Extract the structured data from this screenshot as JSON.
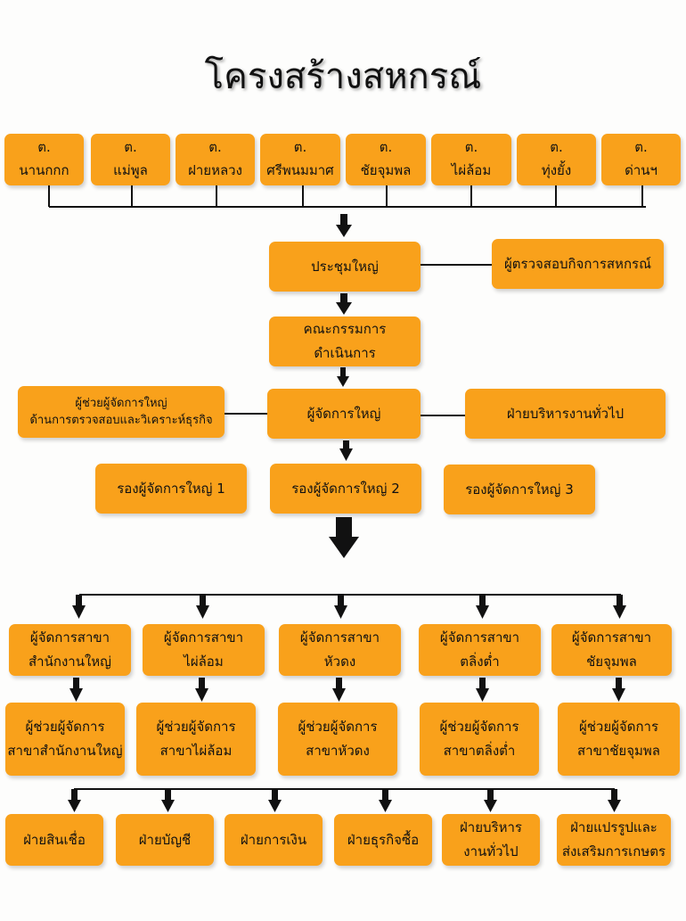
{
  "title": "โครงสร้างสหกรณ์",
  "district_prefix": "ต.",
  "districts": [
    "นานกกก",
    "แม่พูล",
    "ฝายหลวง",
    "ศรีพนมมาศ",
    "ชัยจุมพล",
    "ไผ่ล้อม",
    "ทุ่งยั้ง",
    "ด่านฯ"
  ],
  "general_meeting": "ประชุมใหญ่",
  "auditor": "ผู้ตรวจสอบกิจการสหกรณ์",
  "committee": "คณะกรรมการ\nดำเนินการ",
  "general_manager": "ผู้จัดการใหญ่",
  "assistant_audit": "ผู้ช่วยผู้จัดการใหญ่\nด้านการตรวจสอบและวิเคราะห์ธุรกิจ",
  "general_admin": "ฝ่ายบริหารงานทั่วไป",
  "deputies": [
    "รองผู้จัดการใหญ่ 1",
    "รองผู้จัดการใหญ่ 2",
    "รองผู้จัดการใหญ่ 3"
  ],
  "branch_managers": [
    "ผู้จัดการสาขา\nสำนักงานใหญ่",
    "ผู้จัดการสาขา\nไผ่ล้อม",
    "ผู้จัดการสาขา\nหัวดง",
    "ผู้จัดการสาขา\nตลิ่งต่ำ",
    "ผู้จัดการสาขา\nชัยจุมพล"
  ],
  "branch_assistants": [
    "ผู้ช่วยผู้จัดการ\nสาขาสำนักงานใหญ่",
    "ผู้ช่วยผู้จัดการ\nสาขาไผ่ล้อม",
    "ผู้ช่วยผู้จัดการ\nสาขาหัวดง",
    "ผู้ช่วยผู้จัดการ\nสาขาตลิ่งต่ำ",
    "ผู้ช่วยผู้จัดการ\nสาขาชัยจุมพล"
  ],
  "departments": [
    "ฝ่ายสินเชื่อ",
    "ฝ่ายบัญชี",
    "ฝ่ายการเงิน",
    "ฝ่ายธุรกิจซื้อ",
    "ฝ่ายบริหาร\nงานทั่วไป",
    "ฝ่ายแปรรูปและ\nส่งเสริมการเกษตร"
  ],
  "colors": {
    "box_fill": "#f9a11b",
    "line": "#111111",
    "background": "#fdfdfc"
  }
}
